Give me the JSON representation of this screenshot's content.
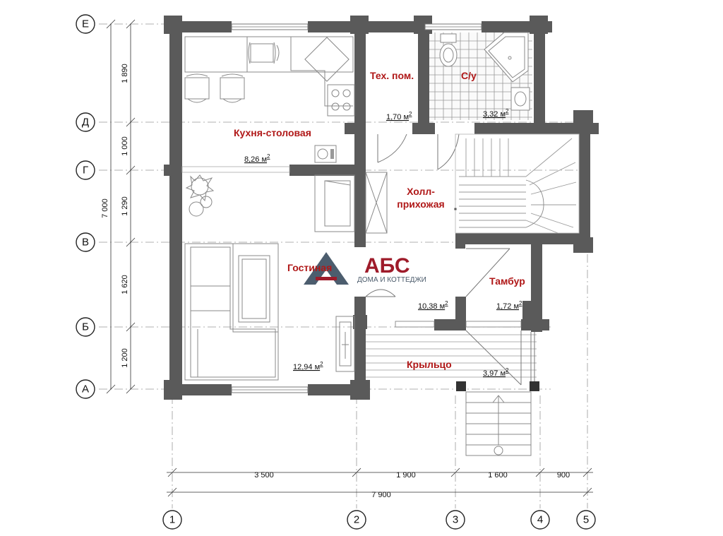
{
  "axes": {
    "letters": [
      "Е",
      "Д",
      "Г",
      "В",
      "Б",
      "А"
    ],
    "numbers": [
      "1",
      "2",
      "3",
      "4",
      "5"
    ]
  },
  "dimensions": {
    "vertical_total": "7 000",
    "vertical": [
      "1 890",
      "1 000",
      "1 290",
      "1 620",
      "1 200"
    ],
    "horizontal": [
      "3 500",
      "1 900",
      "1 600",
      "900"
    ],
    "horizontal_total": "7 900"
  },
  "rooms": [
    {
      "name": "Кухня-столовая",
      "area_value": "8,26 м",
      "area_sup": "2"
    },
    {
      "name": "Тех. пом.",
      "area_value": "1,70 м",
      "area_sup": "2"
    },
    {
      "name": "С/у",
      "area_value": "3,32 м",
      "area_sup": "2"
    },
    {
      "name": "Холл-",
      "name2": "прихожая",
      "area_value": "10,38 м",
      "area_sup": "2"
    },
    {
      "name": "Гостиная",
      "area_value": "12,94 м",
      "area_sup": "2"
    },
    {
      "name": "Тамбур",
      "area_value": "1,72 м",
      "area_sup": "2"
    },
    {
      "name": "Крыльцо",
      "area_value": "3,97 м",
      "area_sup": "2"
    }
  ],
  "logo": {
    "main": "АБС",
    "sub": "ДОМА И КОТТЕДЖИ"
  },
  "colors": {
    "wall": "#5a5a5a",
    "room_label": "#b01818",
    "logo": "#9e1b2a"
  }
}
